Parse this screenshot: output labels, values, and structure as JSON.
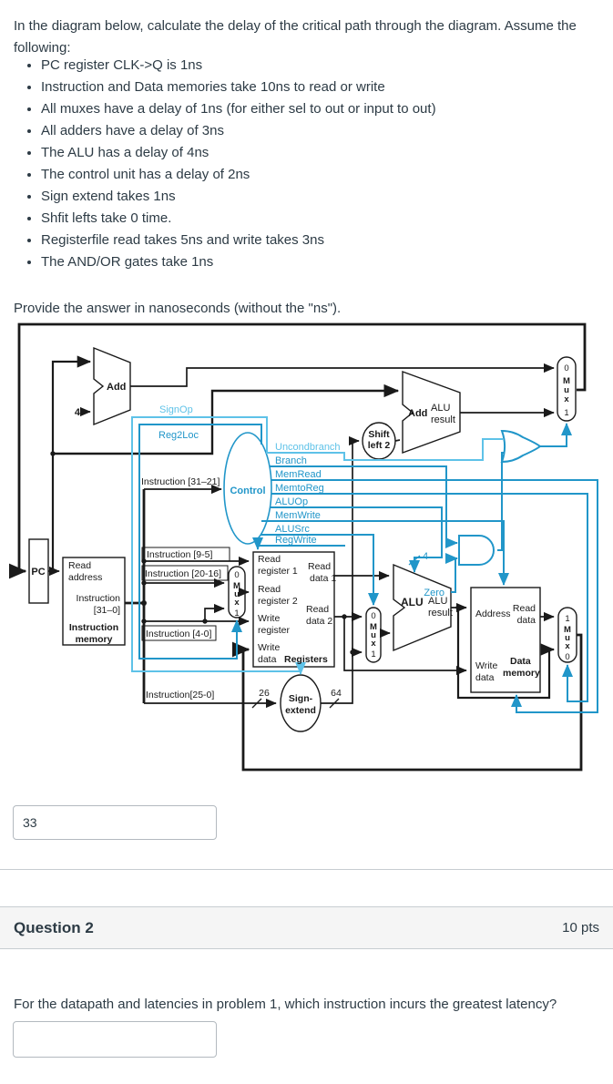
{
  "question1": {
    "intro": "In the diagram below, calculate the delay of the critical path through the diagram. Assume the following:",
    "bullets": [
      "PC register CLK->Q is 1ns",
      "Instruction and Data memories take 10ns to read or write",
      "All muxes have a delay of 1ns (for either sel to out or input to out)",
      "All adders have a delay of 3ns",
      "The ALU has a delay of 4ns",
      "The control unit has a delay of 2ns",
      "Sign extend takes 1ns",
      "Shfit lefts take 0 time.",
      "Registerfile read takes 5ns and write takes 3ns",
      "The AND/OR gates take 1ns"
    ],
    "provide": "Provide the answer in nanoseconds (without the \"ns\").",
    "answer": "33"
  },
  "question2": {
    "header": "Question 2",
    "points": "10 pts",
    "text": "For the datapath and latencies in problem 1, which instruction incurs the greatest latency?",
    "answer": ""
  },
  "colors": {
    "control_blue": "#2196c9",
    "added_signal_blue": "#5ec2e8",
    "text": "#2d3b45",
    "divider": "#c7cdd1",
    "band_bg": "#f5f5f5"
  },
  "diagram": {
    "pc": "PC",
    "pc_adder": {
      "label": "Add",
      "input": "4"
    },
    "branch_adder": {
      "label": "Add",
      "result1": "ALU",
      "result2": "result"
    },
    "shift": {
      "l1": "Shift",
      "l2": "left 2"
    },
    "control": {
      "label": "Control",
      "input_label": "Instruction [31–21]",
      "signop": "SignOp",
      "reg2loc": "Reg2Loc",
      "signals": [
        "Uncondbranch",
        "Branch",
        "MemRead",
        "MemtoReg",
        "ALUOp",
        "MemWrite",
        "ALUSrc",
        "RegWrite"
      ]
    },
    "imem": {
      "l1": "Read",
      "l2": "address",
      "l3": "Instruction",
      "l4": "[31–0]",
      "n1": "Instruction",
      "n2": "memory"
    },
    "fields": {
      "f95": "Instruction [9-5]",
      "f2016": "Instruction [20-16]",
      "f40": "Instruction [4-0]",
      "f250": "Instruction[25-0]"
    },
    "regfile": {
      "rr1a": "Read",
      "rr1b": "register 1",
      "rd1a": "Read",
      "rd1b": "data 1",
      "rr2a": "Read",
      "rr2b": "register 2",
      "wra": "Write",
      "wrb": "register",
      "rd2a": "Read",
      "rd2b": "data 2",
      "wda": "Write",
      "wdb": "data",
      "name": "Registers"
    },
    "signext": {
      "l1": "Sign-",
      "l2": "extend",
      "in_bits": "26",
      "out_bits": "64"
    },
    "alu": {
      "label": "ALU",
      "result1": "ALU",
      "result2": "result",
      "zero": "Zero",
      "ctrl_bits": "4"
    },
    "dmem": {
      "addr": "Address",
      "rd1": "Read",
      "rd2": "data",
      "wr1": "Write",
      "wr2": "data",
      "n1": "Data",
      "n2": "memory"
    },
    "mux01": [
      "0",
      "M",
      "u",
      "x",
      "1"
    ],
    "mux10": [
      "1",
      "M",
      "u",
      "x",
      "0"
    ]
  }
}
